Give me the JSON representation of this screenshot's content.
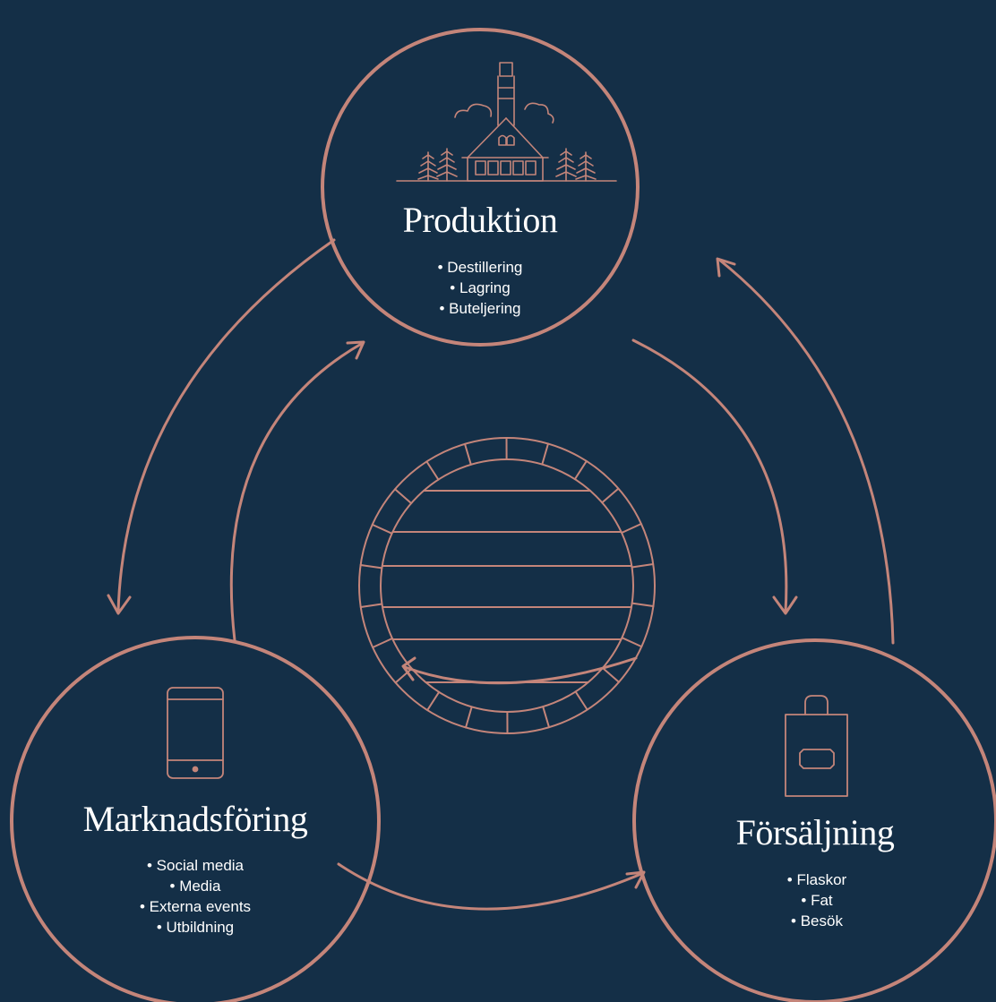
{
  "colors": {
    "background": "#142f47",
    "accent": "#c4857a",
    "text": "#ffffff"
  },
  "nodes": [
    {
      "id": "produktion",
      "title": "Produktion",
      "icon": "distillery-icon",
      "items": [
        "Destillering",
        "Lagring",
        "Buteljering"
      ]
    },
    {
      "id": "marknadsforing",
      "title": "Marknadsföring",
      "icon": "smartphone-icon",
      "items": [
        "Social media",
        "Media",
        "Externa events",
        "Utbildning"
      ]
    },
    {
      "id": "forsaljning",
      "title": "Försäljning",
      "icon": "shopping-bag-icon",
      "items": [
        "Flaskor",
        "Fat",
        "Besök"
      ]
    }
  ],
  "center_icon": "barrel-icon",
  "connections": [
    {
      "from": "produktion",
      "to": "marknadsforing"
    },
    {
      "from": "marknadsforing",
      "to": "produktion"
    },
    {
      "from": "produktion",
      "to": "forsaljning"
    },
    {
      "from": "forsaljning",
      "to": "produktion"
    },
    {
      "from": "forsaljning",
      "to": "marknadsforing"
    },
    {
      "from": "marknadsforing",
      "to": "forsaljning"
    }
  ]
}
